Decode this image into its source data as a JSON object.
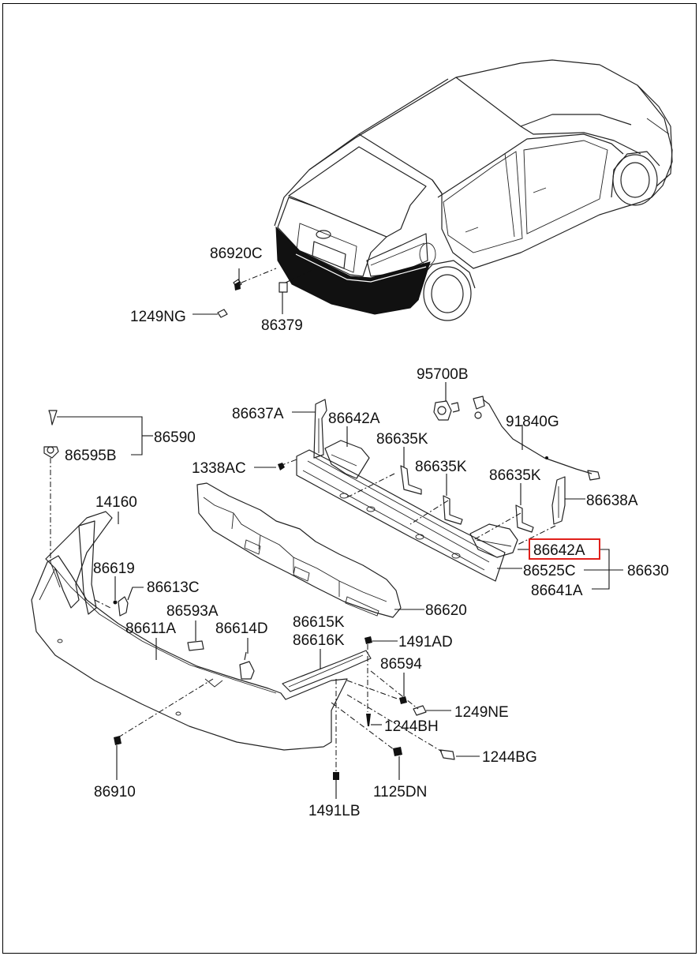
{
  "diagram": {
    "highlight_color": "#e0201b",
    "highlighted_part": "86642A",
    "labels": {
      "p86920C": "86920C",
      "p1249NG": "1249NG",
      "p86379": "86379",
      "p95700B": "95700B",
      "p86637A": "86637A",
      "p86642A_top": "86642A",
      "p86590": "86590",
      "p86595B": "86595B",
      "p91840G": "91840G",
      "p86635K_1": "86635K",
      "p86635K_2": "86635K",
      "p86635K_3": "86635K",
      "p1338AC": "1338AC",
      "p86638A": "86638A",
      "p14160": "14160",
      "p86642A_hl": "86642A",
      "p86525C": "86525C",
      "p86630": "86630",
      "p86641A": "86641A",
      "p86619": "86619",
      "p86613C": "86613C",
      "p86620": "86620",
      "p86593A": "86593A",
      "p86611A": "86611A",
      "p86614D": "86614D",
      "p86615K": "86615K",
      "p86616K": "86616K",
      "p1491AD": "1491AD",
      "p86594": "86594",
      "p1249NE": "1249NE",
      "p1244BH": "1244BH",
      "p1244BG": "1244BG",
      "p86910": "86910",
      "p1125DN": "1125DN",
      "p1491LB": "1491LB"
    }
  }
}
